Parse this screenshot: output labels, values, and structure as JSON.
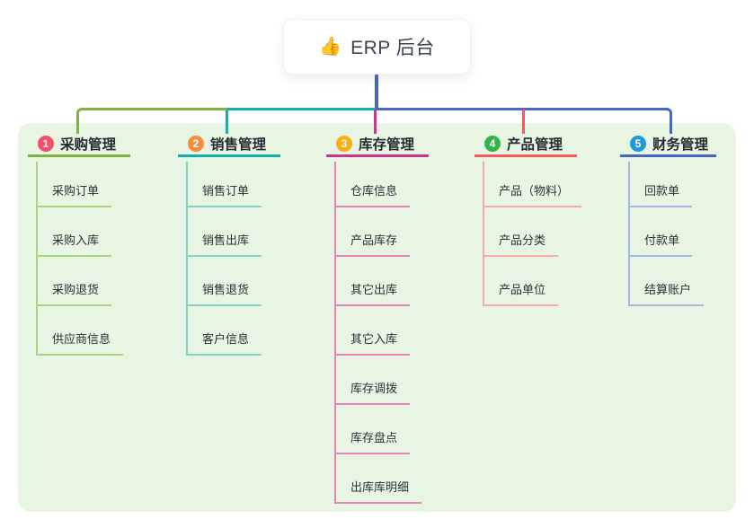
{
  "root": {
    "icon_char": "👍",
    "label": "ERP 后台"
  },
  "canvas": {
    "panel_bg": "#e8f5e3"
  },
  "connectors": {
    "root_line_color": "#4767c8"
  },
  "branches": [
    {
      "number": "1",
      "label": "采购管理",
      "badge_color": "#f3506c",
      "line_color": "#7cb342",
      "child_line_color": "#a9d57f",
      "children": [
        "采购订单",
        "采购入库",
        "采购退货",
        "供应商信息"
      ]
    },
    {
      "number": "2",
      "label": "销售管理",
      "badge_color": "#f88c3d",
      "line_color": "#12b1a8",
      "child_line_color": "#82d1ca",
      "children": [
        "销售订单",
        "销售出库",
        "销售退货",
        "客户信息"
      ]
    },
    {
      "number": "3",
      "label": "库存管理",
      "badge_color": "#f9ae13",
      "line_color": "#cf3390",
      "child_line_color": "#e583ba",
      "children": [
        "仓库信息",
        "产品库存",
        "其它出库",
        "其它入库",
        "库存调拨",
        "库存盘点",
        "出库库明细"
      ]
    },
    {
      "number": "4",
      "label": "产品管理",
      "badge_color": "#31b24b",
      "line_color": "#f8575b",
      "child_line_color": "#f9a8a5",
      "children": [
        "产品（物料）",
        "产品分类",
        "产品单位"
      ]
    },
    {
      "number": "5",
      "label": "财务管理",
      "badge_color": "#1e9cd7",
      "line_color": "#4767c8",
      "child_line_color": "#a3b8e3",
      "children": [
        "回款单",
        "付款单",
        "结算账户"
      ]
    }
  ]
}
